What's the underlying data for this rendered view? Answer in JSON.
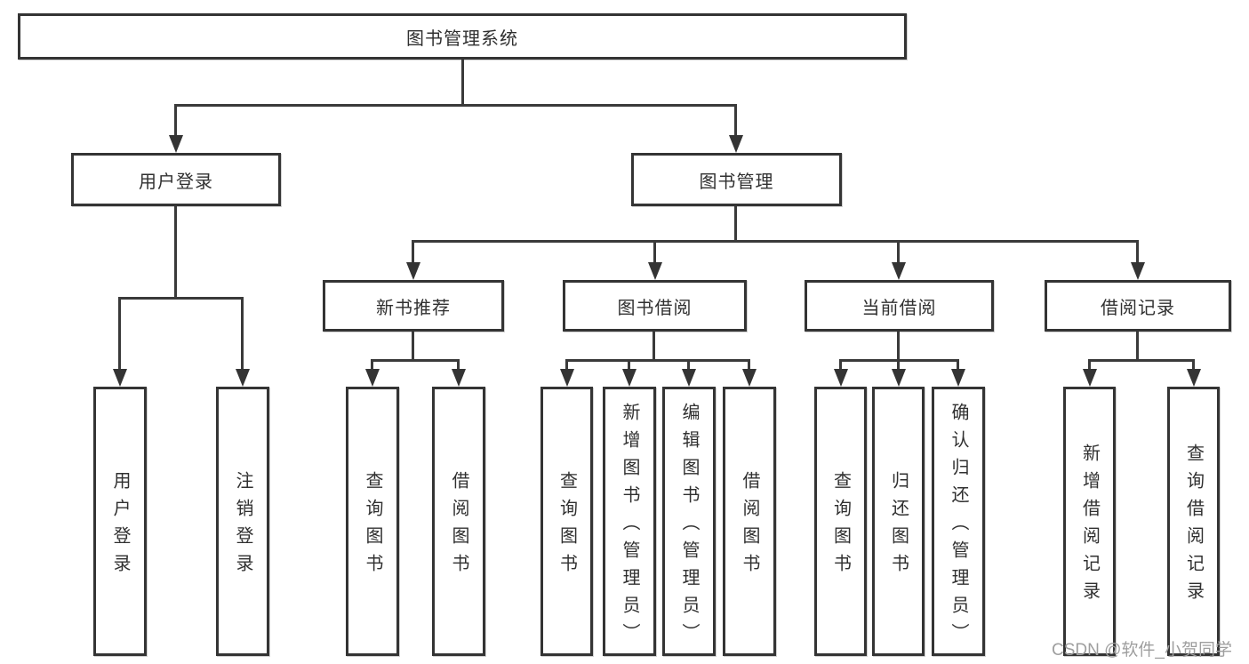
{
  "diagram_title": "图书管理系统",
  "nodes": {
    "root": {
      "label": "图书管理系统"
    },
    "user_login": {
      "label": "用户登录"
    },
    "book_management": {
      "label": "图书管理"
    },
    "new_book_recommend": {
      "label": "新书推荐"
    },
    "book_borrow": {
      "label": "图书借阅"
    },
    "current_borrow": {
      "label": "当前借阅"
    },
    "borrow_records": {
      "label": "借阅记录"
    },
    "leaf_user_login": {
      "label": "用户登录"
    },
    "leaf_logout": {
      "label": "注销登录"
    },
    "leaf_search_books_1": {
      "label": "查询图书"
    },
    "leaf_borrow_books_1": {
      "label": "借阅图书"
    },
    "leaf_search_books_2": {
      "label": "查询图书"
    },
    "leaf_add_books_admin": {
      "label": "新增图书（管理员）"
    },
    "leaf_edit_books_admin": {
      "label": "编辑图书（管理员）"
    },
    "leaf_borrow_books_2": {
      "label": "借阅图书"
    },
    "leaf_search_books_3": {
      "label": "查询图书"
    },
    "leaf_return_books": {
      "label": "归还图书"
    },
    "leaf_confirm_return_admin": {
      "label": "确认归还（管理员）"
    },
    "leaf_add_borrow_record": {
      "label": "新增借阅记录"
    },
    "leaf_search_borrow_record": {
      "label": "查询借阅记录"
    }
  },
  "watermark": {
    "text": "CSDN @软件_小贺同学"
  },
  "colors": {
    "line": "#3a3a3a",
    "text": "#303030",
    "watermark": "#9e9e9e",
    "background": "#ffffff"
  }
}
